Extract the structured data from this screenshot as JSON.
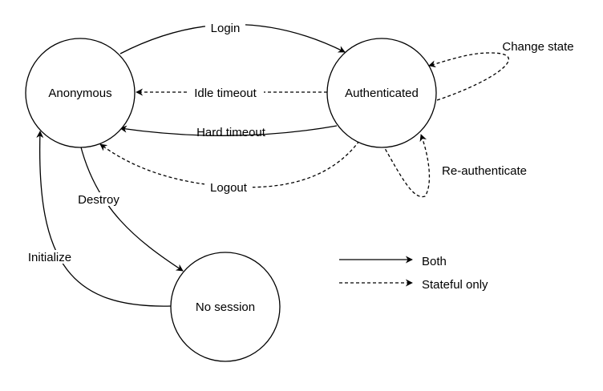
{
  "states": {
    "anonymous": "Anonymous",
    "authenticated": "Authenticated",
    "no_session": "No session"
  },
  "transitions": {
    "login": "Login",
    "idle_timeout": "Idle timeout",
    "hard_timeout": "Hard timeout",
    "logout": "Logout",
    "change_state": "Change state",
    "re_authenticate": "Re-authenticate",
    "destroy": "Destroy",
    "initialize": "Initialize"
  },
  "legend": {
    "both": "Both",
    "stateful_only": "Stateful only"
  },
  "colors": {
    "stroke": "#000000",
    "background": "#ffffff"
  }
}
